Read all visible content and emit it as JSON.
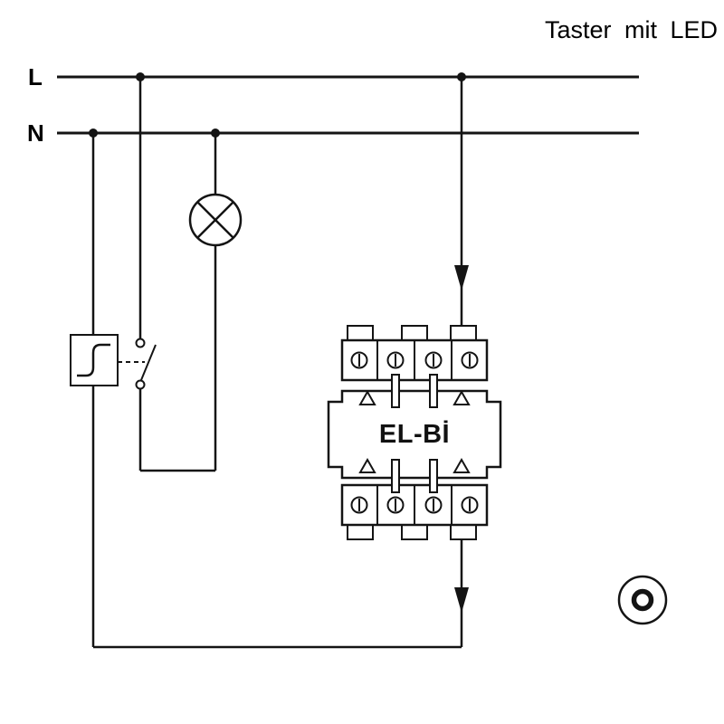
{
  "title": "Taster mit LED",
  "bus": {
    "l_label": "L",
    "n_label": "N"
  },
  "device": {
    "brand": "EL-Bİ"
  },
  "symbols": {
    "lamp": "lamp-circle-cross-icon",
    "pushbutton_actuator": "pushbutton-actuator-icon",
    "switch_contact": "normally-open-contact-icon",
    "flow_arrow": "downward-flow-arrow-icon",
    "indicator": "concentric-ring-icon"
  },
  "colors": {
    "ink": "#141414",
    "background": "#ffffff"
  }
}
